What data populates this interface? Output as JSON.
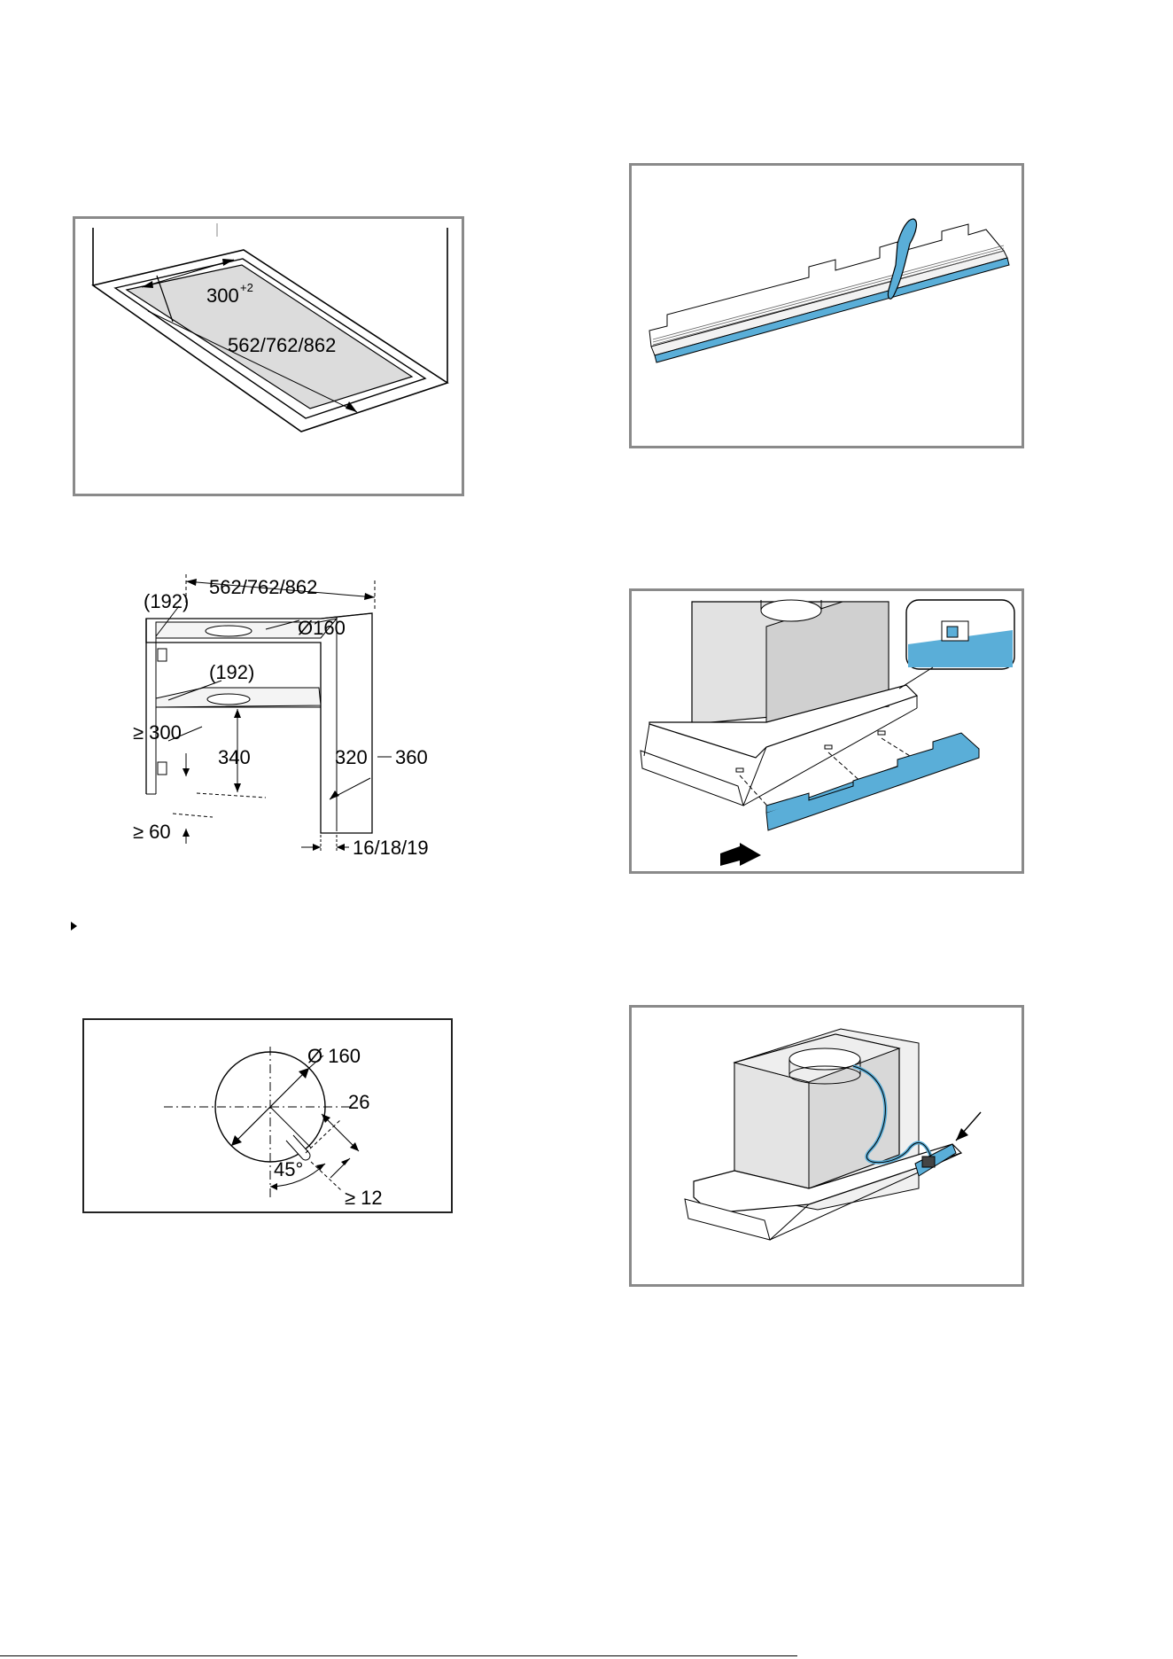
{
  "figures": {
    "ceiling_cutout": {
      "dim_depth": "300",
      "dim_depth_tolerance": "+2",
      "dim_width": "562/762/862"
    },
    "knife": {},
    "cabinet": {
      "dim_width": "562/762/862",
      "dim_192_top": "(192)",
      "dim_192_mid": "(192)",
      "dim_diameter": "Ø160",
      "dim_min_300": "≥ 300",
      "dim_340": "340",
      "dim_320": "320",
      "dim_360": "360",
      "dim_min_60": "≥ 60",
      "dim_thickness": "16/18/19"
    },
    "filter_mount": {},
    "hole_template": {
      "dim_diameter": "Ø 160",
      "dim_26": "26",
      "dim_angle": "45°",
      "dim_min_12": "≥ 12"
    },
    "plug_unit": {}
  },
  "colors": {
    "accent_blue": "#5aaed8",
    "frame_gray": "#8a8a8a",
    "panel_gray": "#d6d6d6"
  }
}
